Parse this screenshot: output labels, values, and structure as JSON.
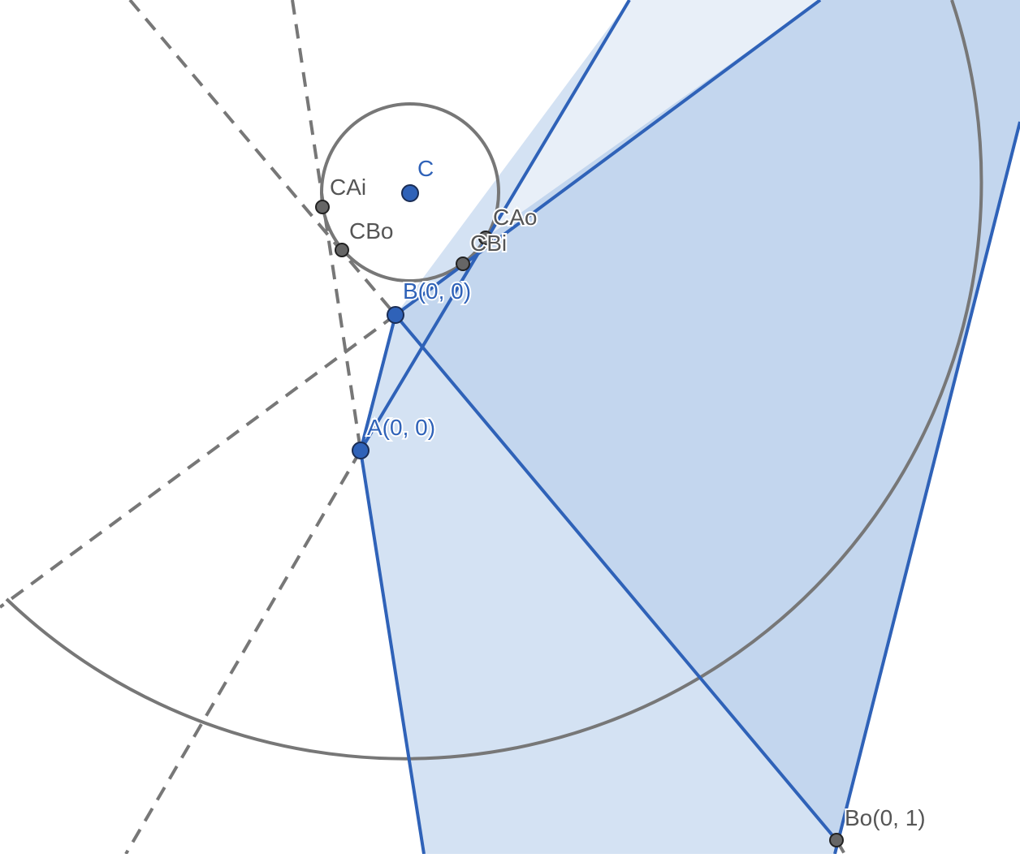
{
  "points": {
    "C": {
      "label": "C"
    },
    "A": {
      "label": "A(0, 0)"
    },
    "B": {
      "label": "B(0, 0)"
    },
    "CAi": {
      "label": "CAi"
    },
    "CBo": {
      "label": "CBo"
    },
    "CAo": {
      "label": "CAo"
    },
    "CBi": {
      "label": "CBi"
    },
    "Bo": {
      "label": "Bo(0, 1)"
    }
  },
  "colors": {
    "blue": "#2f62b8",
    "gray": "#777777",
    "fill_light": "#e8eff8",
    "fill_mid": "#d4e2f3",
    "fill_dark": "#c3d6ee"
  }
}
